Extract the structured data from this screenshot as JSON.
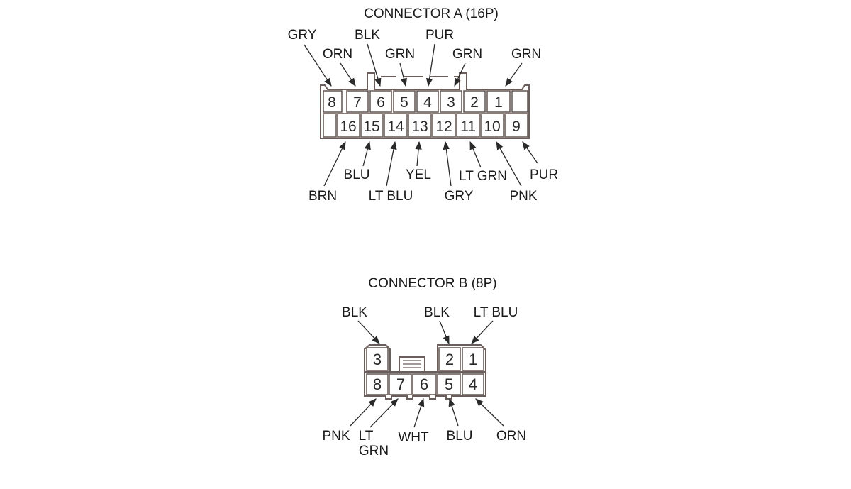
{
  "connector_a": {
    "title": "CONNECTOR A (16P)",
    "top_row_pins": [
      "8",
      "7",
      "6",
      "5",
      "4",
      "3",
      "2",
      "1"
    ],
    "bottom_row_pins": [
      "16",
      "15",
      "14",
      "13",
      "12",
      "11",
      "10",
      "9"
    ],
    "wires": {
      "pin8": "GRY",
      "pin7": "ORN",
      "pin6": "BLK",
      "pin5": "GRN",
      "pin4": "PUR",
      "pin3": "GRN",
      "pin1": "GRN",
      "pin16": "BRN",
      "pin15": "BLU",
      "pin14": "LT BLU",
      "pin13": "YEL",
      "pin12": "GRY",
      "pin11": "LT GRN",
      "pin10": "PNK",
      "pin9": "PUR"
    }
  },
  "connector_b": {
    "title": "CONNECTOR B (8P)",
    "pins": [
      "3",
      "2",
      "1",
      "8",
      "7",
      "6",
      "5",
      "4"
    ],
    "wires": {
      "pin3": "BLK",
      "pin2": "BLK",
      "pin1": "LT BLU",
      "pin8": "PNK",
      "pin7_line1": "LT",
      "pin7_line2": "GRN",
      "pin6": "WHT",
      "pin5": "BLU",
      "pin4": "ORN"
    }
  }
}
